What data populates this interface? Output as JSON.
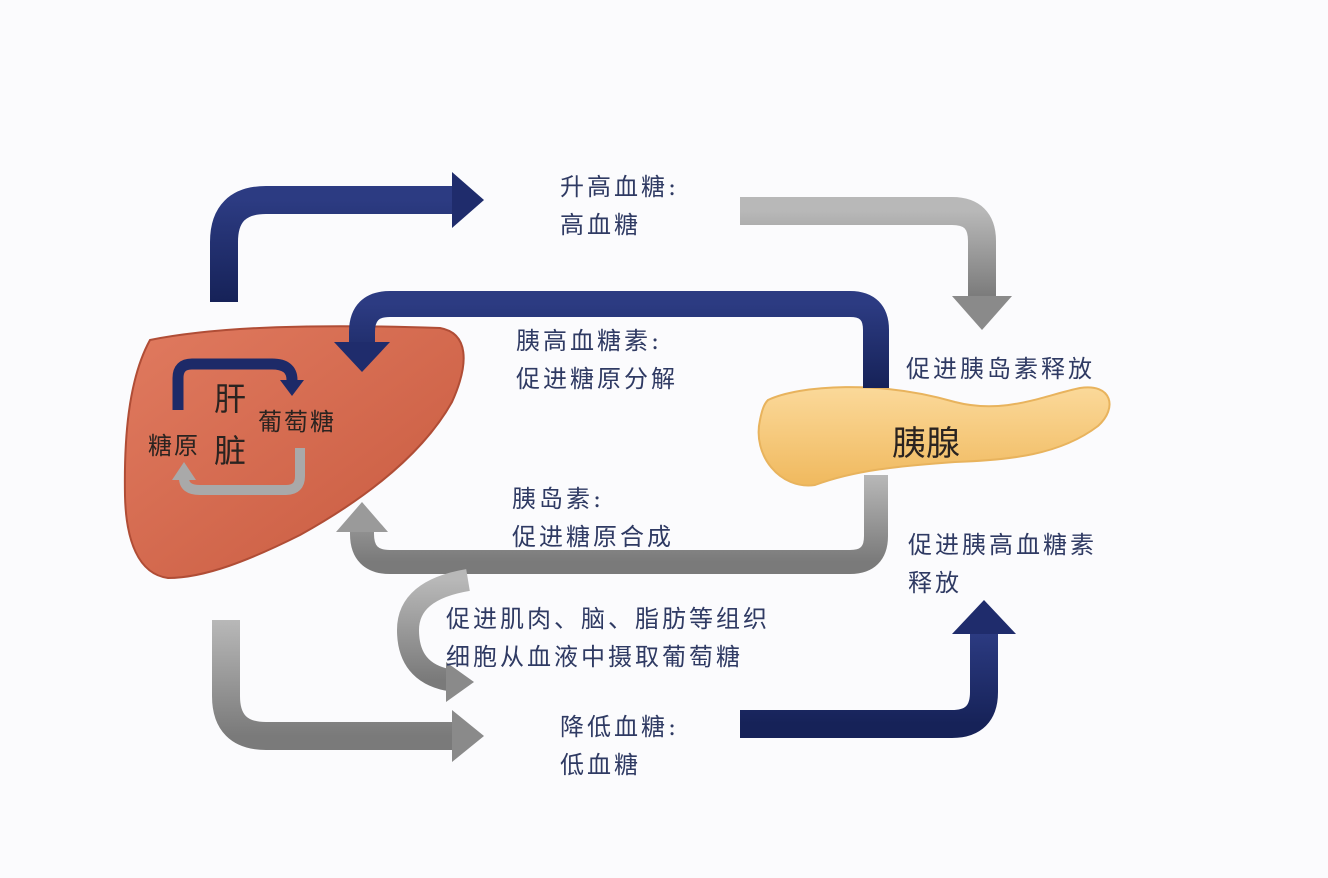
{
  "labels": {
    "raise_title": "升高血糖:",
    "raise_sub": "高血糖",
    "glucagon_title": "胰高血糖素:",
    "glucagon_sub": "促进糖原分解",
    "insulin_title": "胰岛素:",
    "insulin_sub": "促进糖原合成",
    "uptake_line1": "促进肌肉、脑、脂肪等组织",
    "uptake_line2": "细胞从血液中摄取葡萄糖",
    "lower_title": "降低血糖:",
    "lower_sub": "低血糖",
    "promote_insulin": "促进胰岛素释放",
    "promote_glucagon_line1": "促进胰高血糖素",
    "promote_glucagon_line2": "释放"
  },
  "liver": {
    "name_line1": "肝",
    "name_line2": "脏",
    "glucose": "葡萄糖",
    "glycogen": "糖原"
  },
  "pancreas": {
    "name": "胰腺"
  },
  "colors": {
    "navy": "#1d2a68",
    "gray": "#8e8e8e",
    "liver": "#d9694f",
    "pancreas": "#f6c97a",
    "text": "#2f3a63"
  }
}
